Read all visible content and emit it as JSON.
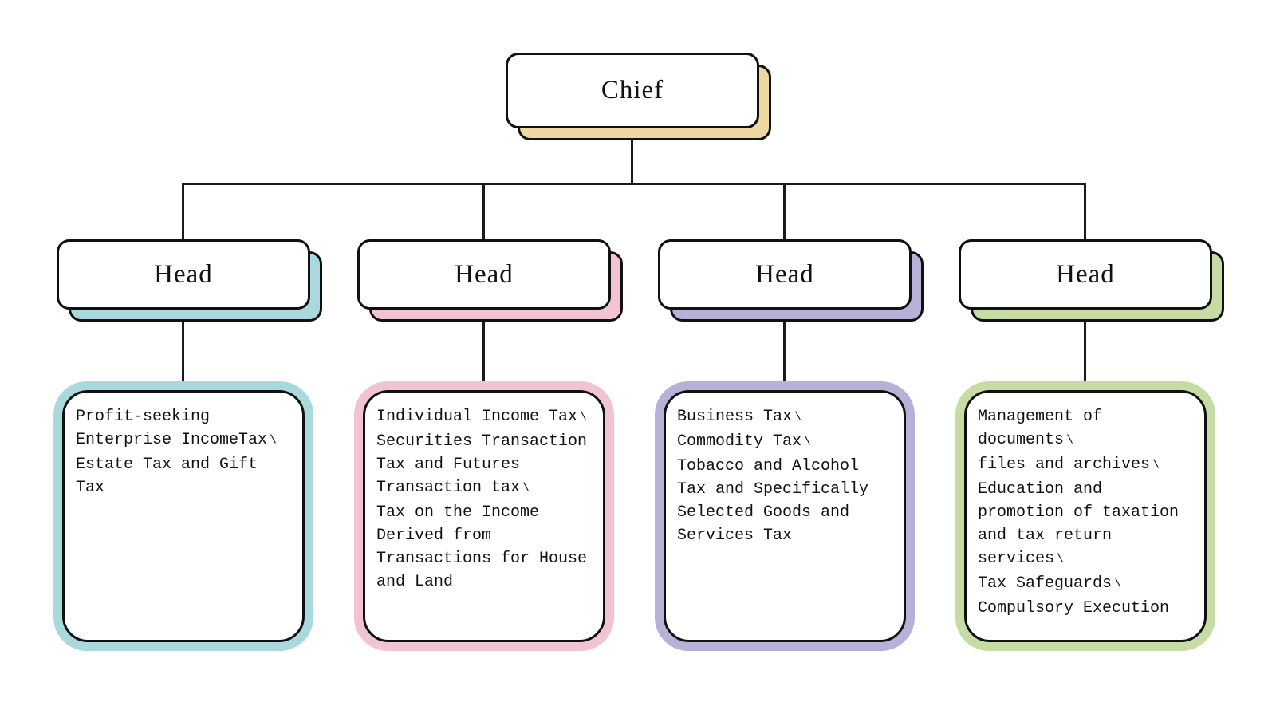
{
  "root": {
    "label": "Chief",
    "shadow_color": "#edd8a2"
  },
  "branches": [
    {
      "label": "Head",
      "accent": "#a9d8dd",
      "details": [
        "Profit-seeking Enterprise IncomeTax、",
        "Estate Tax and Gift Tax"
      ]
    },
    {
      "label": "Head",
      "accent": "#f2c4d3",
      "details": [
        "Individual Income Tax、",
        "Securities Transaction Tax and Futures Transaction tax、",
        "Tax on the Income Derived from Transactions for House and Land"
      ]
    },
    {
      "label": "Head",
      "accent": "#b9b0d8",
      "details": [
        "Business Tax、",
        "Commodity Tax、",
        "Tobacco and Alcohol Tax and Specifically Selected Goods and Services Tax"
      ]
    },
    {
      "label": "Head",
      "accent": "#c7dca5",
      "details": [
        "Management of documents、",
        "files and archives、",
        "Education and promotion of taxation and tax return services、",
        "Tax Safeguards、",
        "Compulsory Execution"
      ]
    }
  ]
}
